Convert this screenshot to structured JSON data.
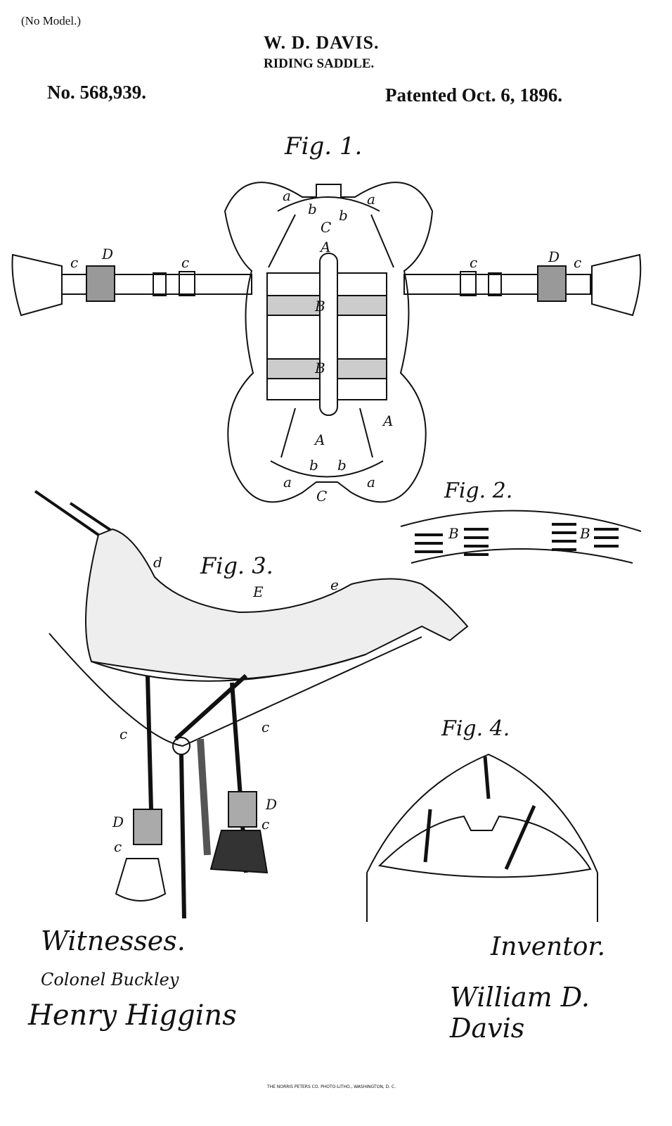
{
  "header": {
    "model_note": "(No Model.)",
    "inventor_name": "W. D. DAVIS.",
    "title": "RIDING SADDLE.",
    "patent_number": "No. 568,939.",
    "patent_date": "Patented Oct. 6, 1896."
  },
  "figures": {
    "fig1": {
      "caption": "Fig. 1.",
      "labels": [
        "a",
        "a",
        "b",
        "b",
        "C",
        "A",
        "c",
        "D",
        "c",
        "c",
        "D",
        "c",
        "B",
        "B",
        "A",
        "A",
        "a",
        "b",
        "b",
        "a",
        "C"
      ]
    },
    "fig2": {
      "caption": "Fig. 2.",
      "labels": [
        "B",
        "B"
      ]
    },
    "fig3": {
      "caption": "Fig. 3.",
      "labels": [
        "d",
        "E",
        "e",
        "c",
        "c",
        "D",
        "c",
        "D",
        "c"
      ]
    },
    "fig4": {
      "caption": "Fig. 4."
    }
  },
  "witnesses": {
    "heading": "Witnesses.",
    "names": [
      "Colonel Buckley",
      "Henry Higgins"
    ]
  },
  "inventor": {
    "heading": "Inventor.",
    "signature": "William D. Davis"
  },
  "footer": {
    "printer": "THE NORRIS PETERS CO. PHOTO-LITHO., WASHINGTON, D. C."
  }
}
